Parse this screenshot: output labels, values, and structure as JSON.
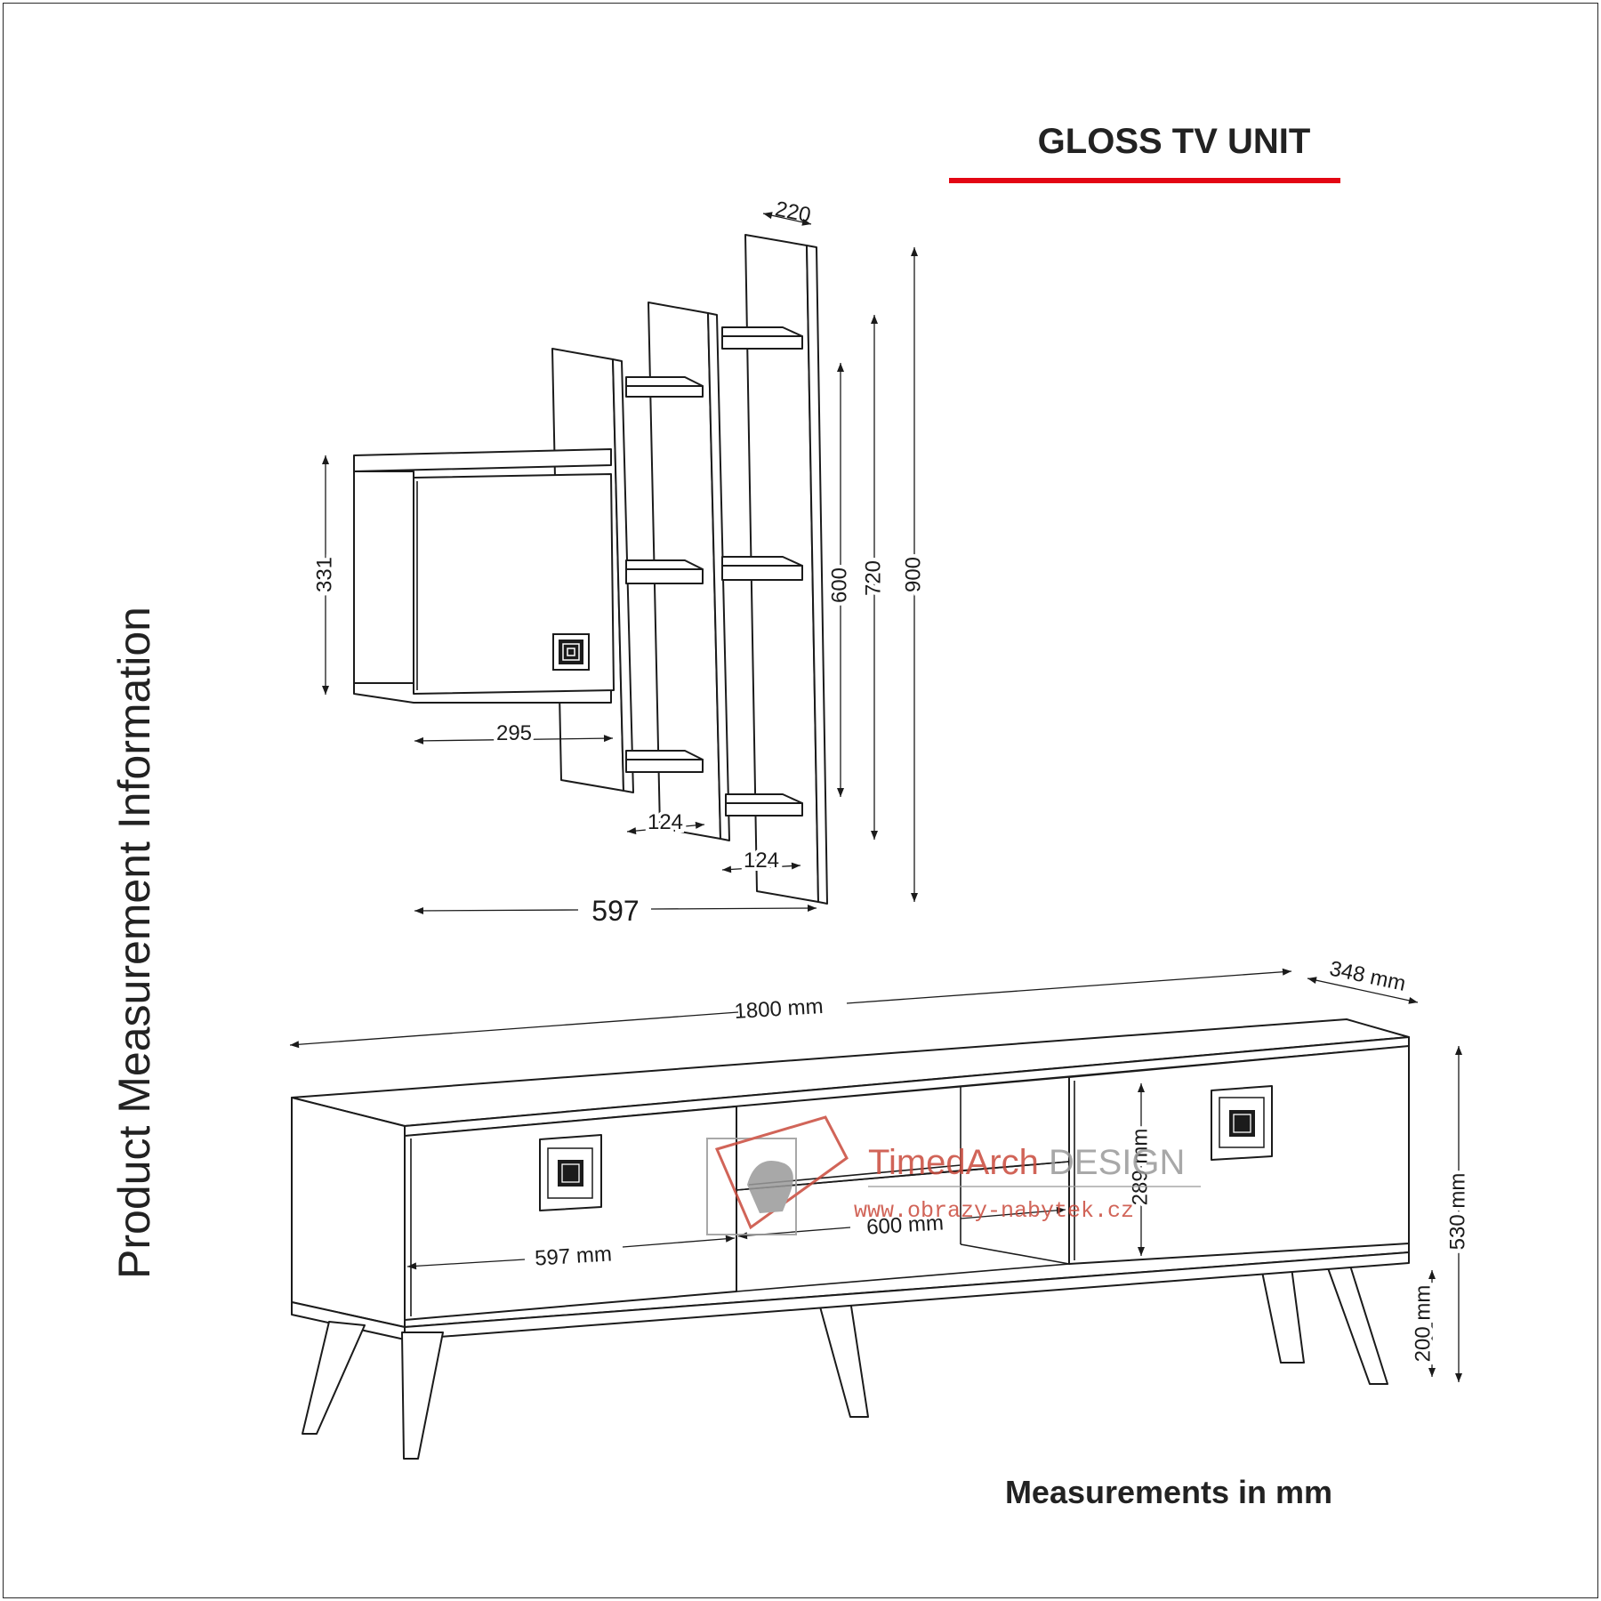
{
  "title": "GLOSS TV UNIT",
  "side_label": "Product Measurement Information",
  "footer": "Measurements in mm",
  "colors": {
    "accent_line": "#e30613",
    "line": "#1b1b1b",
    "watermark": "#c94a3c"
  },
  "wall_shelf_dimensions": {
    "depth": "220",
    "height_total": "900",
    "height_middle": "720",
    "height_inner": "600",
    "cabinet_height": "331",
    "cabinet_width": "295",
    "shelf_width_1": "124",
    "shelf_width_2": "124",
    "total_width": "597"
  },
  "tv_unit_dimensions": {
    "length": "1800 mm",
    "depth": "348 mm",
    "height": "530 mm",
    "leg_height": "200 mm",
    "door_width": "597 mm",
    "middle_width": "600 mm",
    "inner_height": "289 mm"
  },
  "watermark": {
    "brand_part1": "TimedArch",
    "brand_part2": " DESIGN",
    "url": "www.obrazy-nabytek.cz"
  }
}
